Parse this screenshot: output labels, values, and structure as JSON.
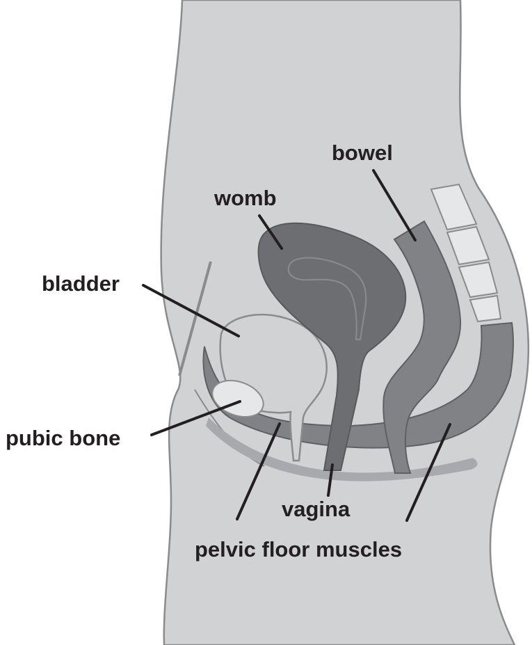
{
  "labels": {
    "bowel": "bowel",
    "womb": "womb",
    "bladder": "bladder",
    "pubic_bone": "pubic bone",
    "vagina": "vagina",
    "pelvic_floor": "pelvic floor muscles"
  },
  "colors": {
    "body": "#d1d2d4",
    "outline": "#8a8b8d",
    "womb": "#6d6e71",
    "bowel": "#808285",
    "pelvic_floor": "#808285",
    "pubic_bone": "#e6e7e8",
    "bladder": "#d1d2d4",
    "spine": "#e6e7e8",
    "leader": "#231f20"
  }
}
